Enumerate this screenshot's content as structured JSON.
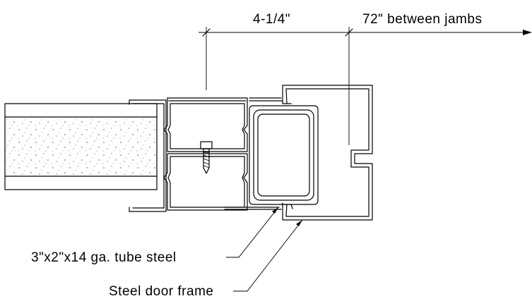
{
  "dimensions": {
    "stud_depth": "4-1/4\"",
    "opening_width": "72\" between jambs"
  },
  "callouts": {
    "tube_steel": "3\"x2\"x14 ga. tube steel",
    "door_frame": "Steel door frame"
  }
}
